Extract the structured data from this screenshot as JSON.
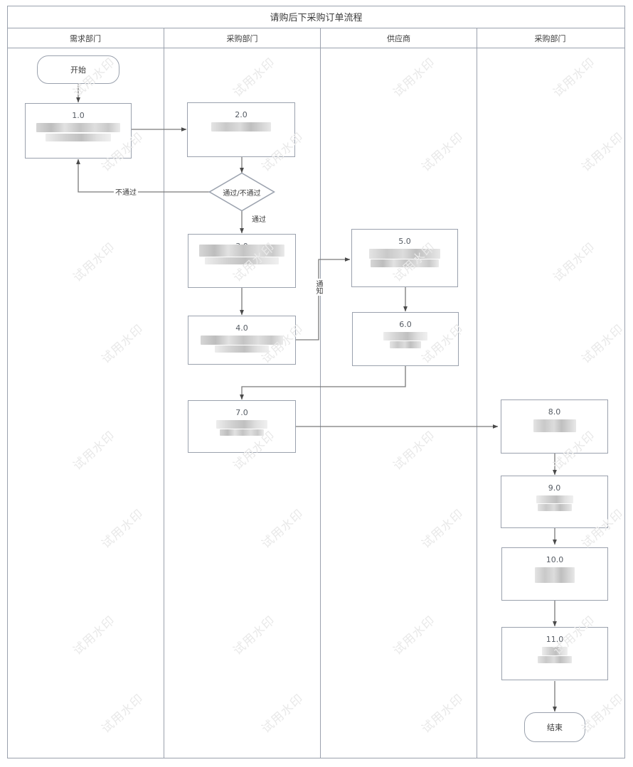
{
  "diagram": {
    "title": "请购后下采购订单流程",
    "watermark_text": "试用水印",
    "colors": {
      "border": "#9aa1ad",
      "connector": "#6b6b6b",
      "text": "#3a3a3a",
      "watermark": "#e9e9e9",
      "background": "#ffffff"
    }
  },
  "lanes": [
    {
      "id": "lane-1",
      "label": "需求部门"
    },
    {
      "id": "lane-2",
      "label": "采购部门"
    },
    {
      "id": "lane-3",
      "label": "供应商"
    },
    {
      "id": "lane-4",
      "label": "采购部门"
    }
  ],
  "nodes": {
    "start": {
      "type": "terminator",
      "label": "开始",
      "lane": "lane-1"
    },
    "end": {
      "type": "terminator",
      "label": "结束",
      "lane": "lane-4"
    },
    "decision": {
      "type": "decision",
      "label": "通过/不通过",
      "lane": "lane-2"
    },
    "n1": {
      "type": "process",
      "num": "1.0",
      "lane": "lane-1",
      "label": ""
    },
    "n2": {
      "type": "process",
      "num": "2.0",
      "lane": "lane-2",
      "label": ""
    },
    "n3": {
      "type": "process",
      "num": "3.0",
      "lane": "lane-2",
      "label": ""
    },
    "n4": {
      "type": "process",
      "num": "4.0",
      "lane": "lane-2",
      "label": ""
    },
    "n5": {
      "type": "process",
      "num": "5.0",
      "lane": "lane-3",
      "label": ""
    },
    "n6": {
      "type": "process",
      "num": "6.0",
      "lane": "lane-3",
      "label": ""
    },
    "n7": {
      "type": "process",
      "num": "7.0",
      "lane": "lane-2",
      "label": ""
    },
    "n8": {
      "type": "process",
      "num": "8.0",
      "lane": "lane-4",
      "label": ""
    },
    "n9": {
      "type": "process",
      "num": "9.0",
      "lane": "lane-4",
      "label": ""
    },
    "n10": {
      "type": "process",
      "num": "10.0",
      "lane": "lane-4",
      "label": ""
    },
    "n11": {
      "type": "process",
      "num": "11.0",
      "lane": "lane-4",
      "label": ""
    }
  },
  "edge_labels": {
    "reject": "不通过",
    "approve": "通过",
    "notify": "通知"
  }
}
